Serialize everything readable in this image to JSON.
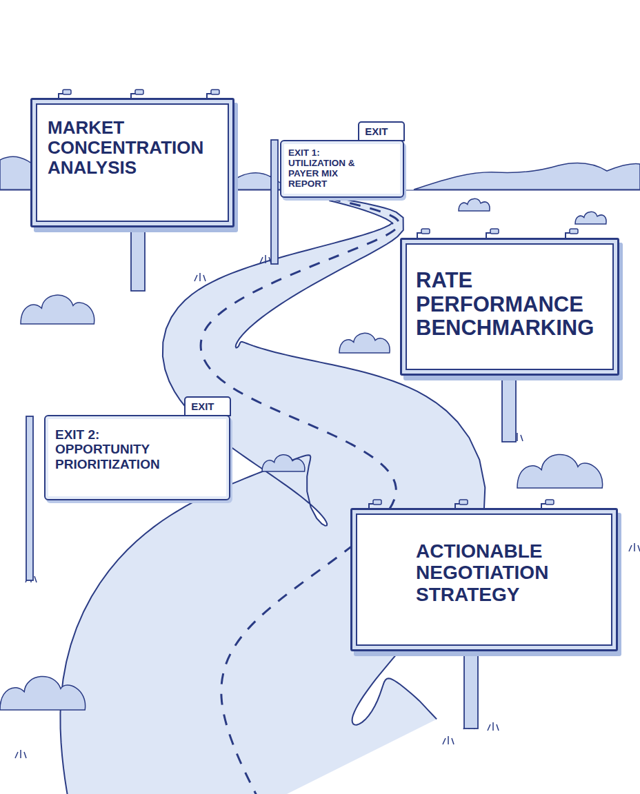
{
  "diagram": {
    "nodes": [
      {
        "text": [
          "MARKET CONCENTRATION ANALYSIS"
        ]
      },
      {
        "text": [
          "EXIT",
          "EXIT 1: UTILIZATION & PAYER MIX REPORT"
        ]
      },
      {
        "text": [
          "RATE PERFORMANCE BENCHMARKING"
        ]
      },
      {
        "text": [
          "EXIT",
          "EXIT 2: OPPORTUNITY PRIORITIZATION"
        ]
      },
      {
        "text": [
          "ACTIONABLE NEGOTIATION STRATEGY"
        ]
      }
    ]
  }
}
